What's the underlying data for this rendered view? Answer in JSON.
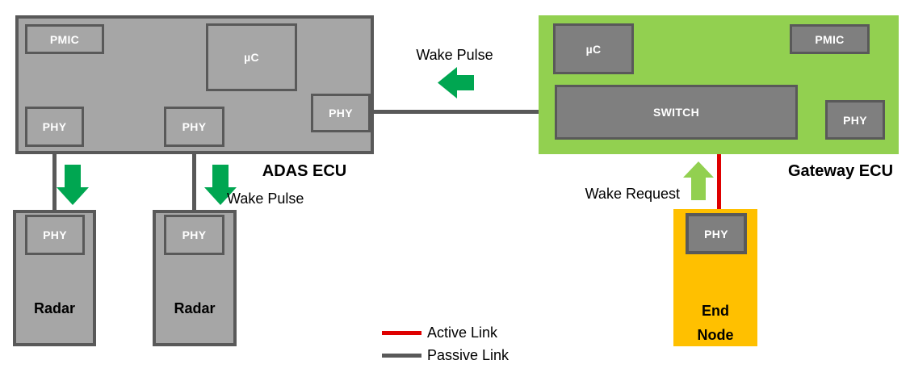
{
  "colors": {
    "ecu_gray": "#A6A6A6",
    "block_gray": "#7F7F7F",
    "border_gray": "#595959",
    "light_green": "#92D050",
    "dark_green": "#00A651",
    "orange": "#FFC000",
    "red": "#DE0000"
  },
  "adas_ecu": {
    "label": "ADAS ECU",
    "pmic": "PMIC",
    "microcontroller": "µC",
    "phy_radar1": "PHY",
    "phy_radar2": "PHY",
    "phy_backbone": "PHY"
  },
  "gateway_ecu": {
    "label": "Gateway ECU",
    "microcontroller": "µC",
    "pmic": "PMIC",
    "switch": "SWITCH",
    "phy": "PHY"
  },
  "radar_nodes": [
    {
      "label": "Radar",
      "phy": "PHY"
    },
    {
      "label": "Radar",
      "phy": "PHY"
    }
  ],
  "end_node": {
    "label": "End Node",
    "phy": "PHY"
  },
  "annotations": {
    "wake_pulse_top": "Wake Pulse",
    "wake_pulse_radar": "Wake Pulse",
    "wake_request": "Wake Request"
  },
  "legend": {
    "active": "Active Link",
    "passive": "Passive Link"
  }
}
